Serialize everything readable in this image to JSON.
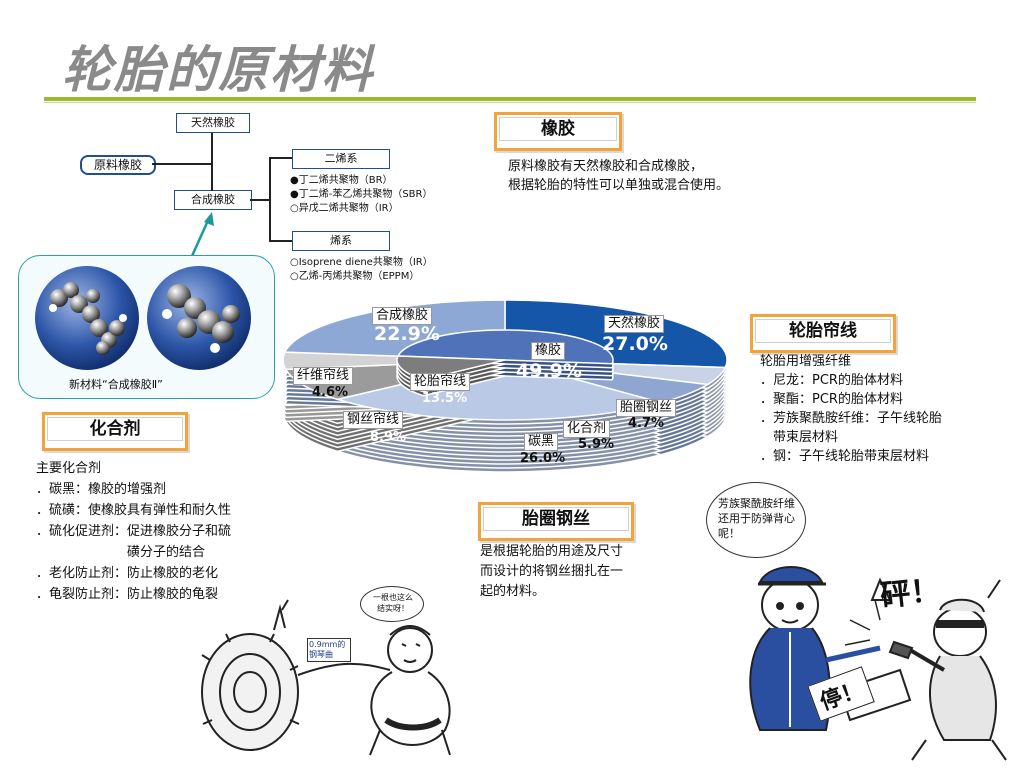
{
  "title": "轮胎的原材料",
  "tree": {
    "root": "原料橡胶",
    "natural": "天然橡胶",
    "synthetic": "合成橡胶",
    "diene_header": "二烯系",
    "diene_items": [
      "●丁二烯共聚物（BR）",
      "●丁二烯-苯乙烯共聚物（SBR）",
      "○异戊二烯共聚物（IR）"
    ],
    "olefin_header": "烯系",
    "olefin_items": [
      "○Isoprene diene共聚物（IR）",
      "○乙烯-丙烯共聚物（EPPM）"
    ]
  },
  "new_material_caption": "新材料“合成橡胶Ⅱ”",
  "sections": {
    "rubber": {
      "title": "橡胶",
      "lines": [
        "原料橡胶有天然橡胶和合成橡胶，",
        "根据轮胎的特性可以单独或混合使用。"
      ]
    },
    "cord": {
      "title": "轮胎帘线",
      "lines": [
        "轮胎用增强纤维",
        "．尼龙：PCR的胎体材料",
        "．聚酯：PCR的胎体材料",
        "．芳族聚酰胺纤维：子午线轮胎",
        "　带束层材料",
        "．钢：子午线轮胎带束层材料"
      ]
    },
    "chem": {
      "title": "化合剂",
      "lines": [
        "主要化合剂",
        "．碳黑：橡胶的增强剂",
        "．硫磺：使橡胶具有弹性和耐久性",
        "．硫化促进剂：促进橡胶分子和硫",
        "　　　　　　　磺分子的结合",
        "．老化防止剂：防止橡胶的老化",
        "．龟裂防止剂：防止橡胶的龟裂"
      ]
    },
    "bead": {
      "title": "胎圈钢丝",
      "lines": [
        "是根据轮胎的用途及尺寸",
        "而设计的将钢丝捆扎在一",
        "起的材料。"
      ]
    }
  },
  "chart_data": {
    "type": "pie",
    "outer": [
      {
        "name": "天然橡胶",
        "value": 27.0,
        "color": "#1656a8"
      },
      {
        "name": "胎圈钢丝",
        "value": 4.7,
        "color": "#c8d3e8"
      },
      {
        "name": "化合剂",
        "value": 5.9,
        "color": "#8fa6d2"
      },
      {
        "name": "碳黑",
        "value": 26.0,
        "color": "#b9c9e6"
      },
      {
        "name": "钢丝帘线",
        "value": 8.9,
        "color": "#9b9b9b"
      },
      {
        "name": "纤维帘线",
        "value": 4.6,
        "color": "#d3d3d3"
      },
      {
        "name": "合成橡胶",
        "value": 22.9,
        "color": "#8ea8d6"
      }
    ],
    "inner": [
      {
        "name": "橡胶",
        "value": 49.9,
        "color": "#4f72b8"
      },
      {
        "name": "轮胎帘线",
        "value": 13.5,
        "color": "#7d7d7d"
      }
    ],
    "labels": {
      "natural": "天然橡胶",
      "natural_v": "27.0%",
      "synthetic": "合成橡胶",
      "synthetic_v": "22.9%",
      "fiber": "纤维帘线",
      "fiber_v": "4.6%",
      "steelcord": "钢丝帘线",
      "steelcord_v": "8.9%",
      "rubber": "橡胶",
      "rubber_v": "49.9%",
      "cordin": "轮胎帘线",
      "cordin_v": "13.5%",
      "bead": "胎圈钢丝",
      "bead_v": "4.7%",
      "chem": "化合剂",
      "chem_v": "5.9%",
      "carbon": "碳黑",
      "carbon_v": "26.0%"
    }
  },
  "bubbles": {
    "sumo": "一根也这么结实呀！",
    "wire": "0.9mm的钢琴曲",
    "police": "芳族聚酰胺纤维还用于防弹背心呢！",
    "bang": "砰！",
    "stop": "停！"
  }
}
